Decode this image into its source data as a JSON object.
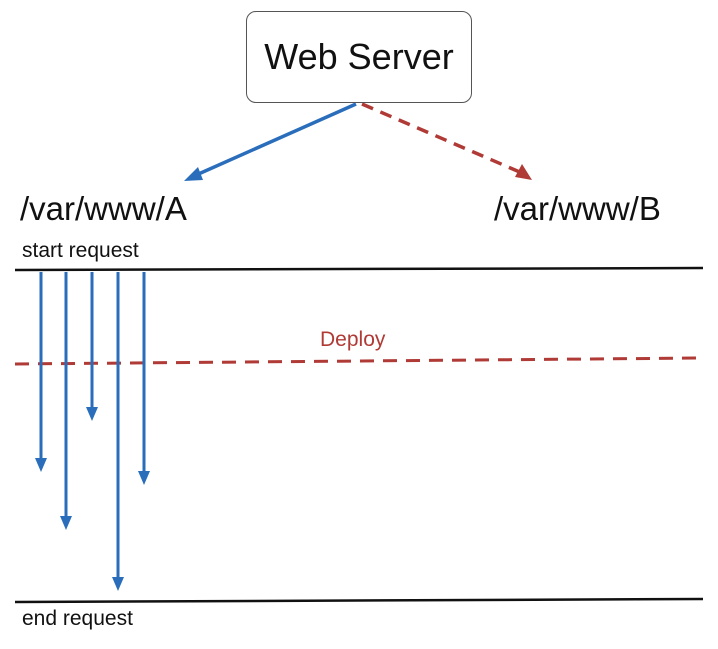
{
  "diagram": {
    "server_label": "Web Server",
    "path_a": "/var/www/A",
    "path_b": "/var/www/B",
    "start_label": "start request",
    "end_label": "end request",
    "deploy_label": "Deploy"
  },
  "colors": {
    "active_link": "#2a6ebb",
    "deploy": "#b03a36",
    "line": "#111111"
  },
  "requests": [
    {
      "name": "request-arrow-1"
    },
    {
      "name": "request-arrow-2"
    },
    {
      "name": "request-arrow-3"
    },
    {
      "name": "request-arrow-4"
    },
    {
      "name": "request-arrow-5"
    }
  ]
}
